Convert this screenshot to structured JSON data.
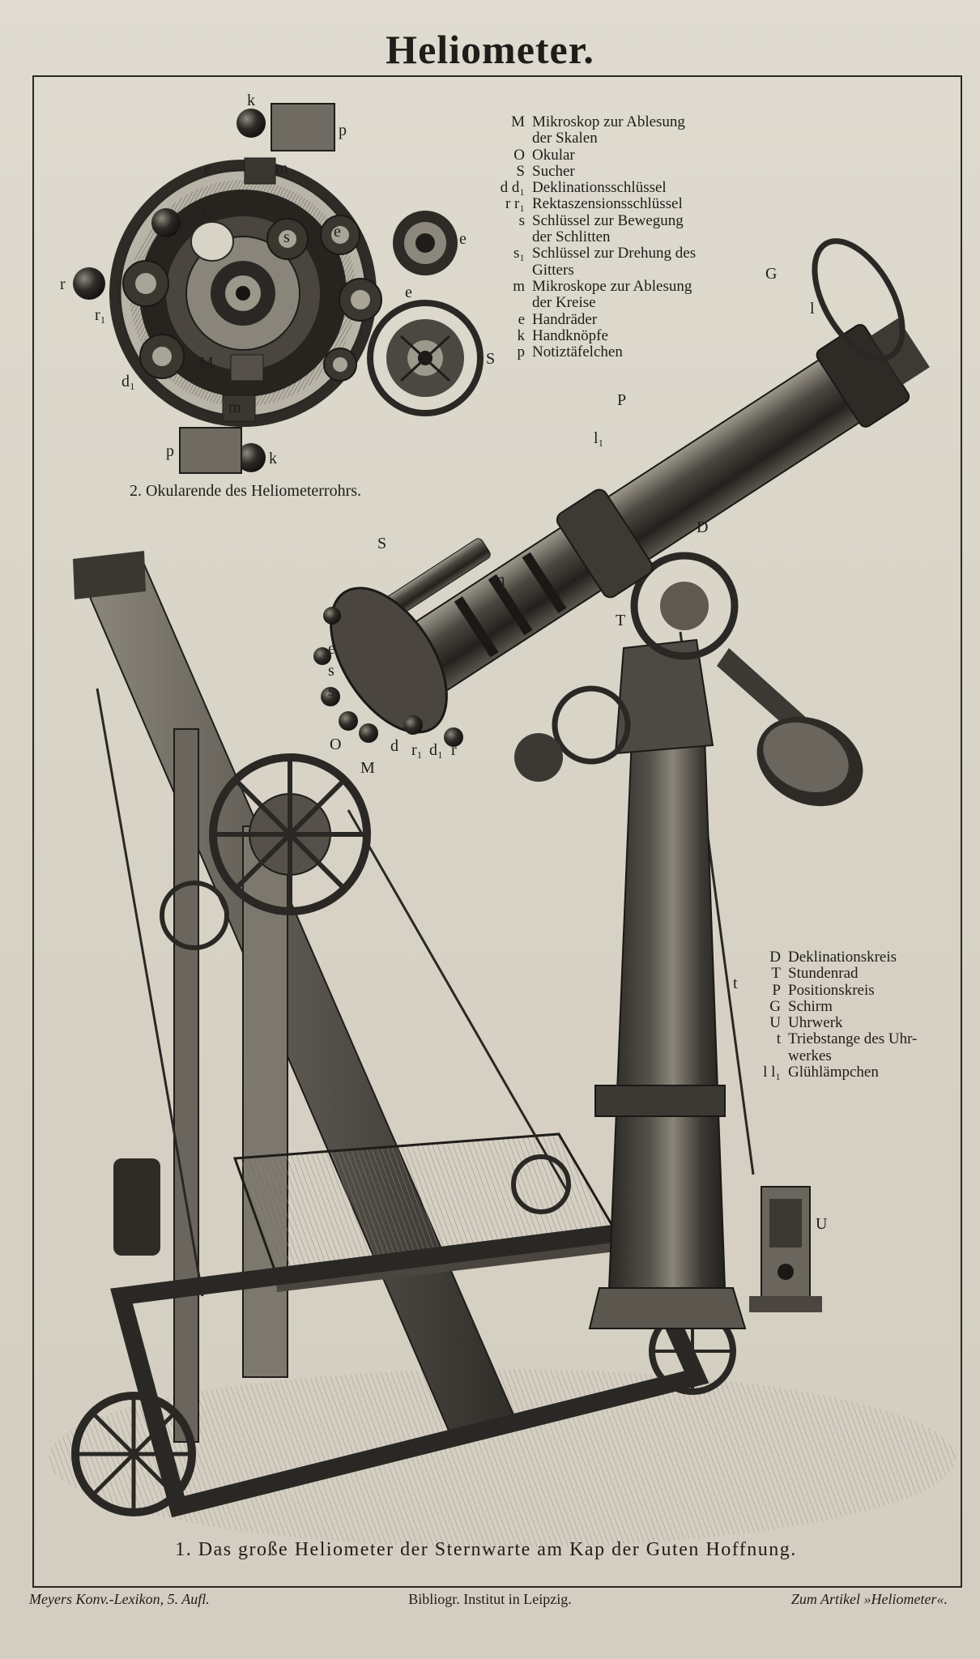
{
  "title": "Heliometer.",
  "legend_top": [
    {
      "key": "M",
      "text": "Mikroskop zur Ablesung"
    },
    {
      "key": "",
      "text": "der Skalen"
    },
    {
      "key": "O",
      "text": "Okular"
    },
    {
      "key": "S",
      "text": "Sucher"
    },
    {
      "key": "d d₁",
      "text": "Deklinationsschlüssel"
    },
    {
      "key": "r r₁",
      "text": "Rektaszensionsschlüssel"
    },
    {
      "key": "s",
      "text": "Schlüssel zur Bewegung"
    },
    {
      "key": "",
      "text": "der Schlitten"
    },
    {
      "key": "s₁",
      "text": "Schlüssel zur Drehung des"
    },
    {
      "key": "",
      "text": "Gitters"
    },
    {
      "key": "m",
      "text": "Mikroskope zur Ablesung"
    },
    {
      "key": "",
      "text": "der Kreise"
    },
    {
      "key": "e",
      "text": "Handräder"
    },
    {
      "key": "k",
      "text": "Handknöpfe"
    },
    {
      "key": "p",
      "text": "Notiztäfelchen"
    }
  ],
  "legend_right": [
    {
      "key": "D",
      "text": "Deklinationskreis"
    },
    {
      "key": "T",
      "text": "Stundenrad"
    },
    {
      "key": "P",
      "text": "Positionskreis"
    },
    {
      "key": "G",
      "text": "Schirm"
    },
    {
      "key": "U",
      "text": "Uhrwerk"
    },
    {
      "key": "t",
      "text": "Triebstange des Uhr-"
    },
    {
      "key": "",
      "text": "werkes"
    },
    {
      "key": "l l₁",
      "text": "Glühlämpchen"
    }
  ],
  "caption_fig2": "2. Okularende des Heliometerrohrs.",
  "caption_fig1": "1. Das große Heliometer der Sternwarte am Kap der Guten Hoffnung.",
  "footer": {
    "left": "Meyers Konv.-Lexikon, 5. Aufl.",
    "center": "Bibliogr. Institut in Leipzig.",
    "right": "Zum Artikel »Heliometer«."
  },
  "fig2_labels": {
    "k_top": "k",
    "p_top": "p",
    "m_top": "m",
    "e_top": "e",
    "s1": "s₁",
    "d": "d",
    "s": "s",
    "e1": "e",
    "e2": "e",
    "e3": "e",
    "r": "r",
    "r1": "r₁",
    "d1": "d₁",
    "M": "M",
    "m_bottom": "m",
    "p_bottom": "p",
    "k_bottom": "k",
    "S": "S"
  },
  "fig1_labels": {
    "G": "G",
    "l": "l",
    "P": "P",
    "l1": "l₁",
    "D": "D",
    "S": "S",
    "m": "m",
    "T": "T",
    "e": "e",
    "s": "s",
    "s1": "s₁",
    "O": "O",
    "M": "M",
    "d": "d",
    "r1": "r₁",
    "d1": "d₁",
    "r": "r",
    "t": "t",
    "U": "U"
  },
  "colors": {
    "paper": "#dcd7cb",
    "ink": "#1f1d1a",
    "metal_dark": "#2c2a26",
    "metal_mid": "#6d6a63",
    "metal_light": "#b7b2a6"
  }
}
